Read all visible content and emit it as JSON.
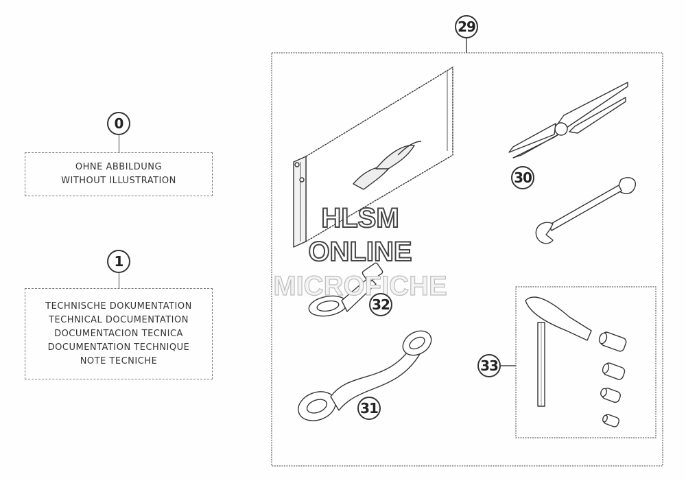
{
  "callouts": {
    "c0": "0",
    "c1": "1",
    "c29": "29",
    "c30": "30",
    "c31": "31",
    "c32": "32",
    "c33": "33"
  },
  "no_illustration_box": {
    "line1": "OHNE ABBILDUNG",
    "line2": "WITHOUT ILLUSTRATION"
  },
  "documentation_box": {
    "line1": "TECHNISCHE DOKUMENTATION",
    "line2": "TECHNICAL DOCUMENTATION",
    "line3": "DOCUMENTACION TECNICA",
    "line4": "DOCUMENTATION TECHNIQUE",
    "line5": "NOTE TECNICHE"
  },
  "watermark": {
    "line1": "HLSM",
    "line2": "ONLINE",
    "line3": "MICROFICHE"
  },
  "icons": [
    "tool-bag-icon",
    "pliers-icon",
    "combination-wrench-icon",
    "spark-plug-wrench-icon",
    "ring-spanner-icon",
    "t-handle-wrench-icon",
    "socket-icon"
  ]
}
